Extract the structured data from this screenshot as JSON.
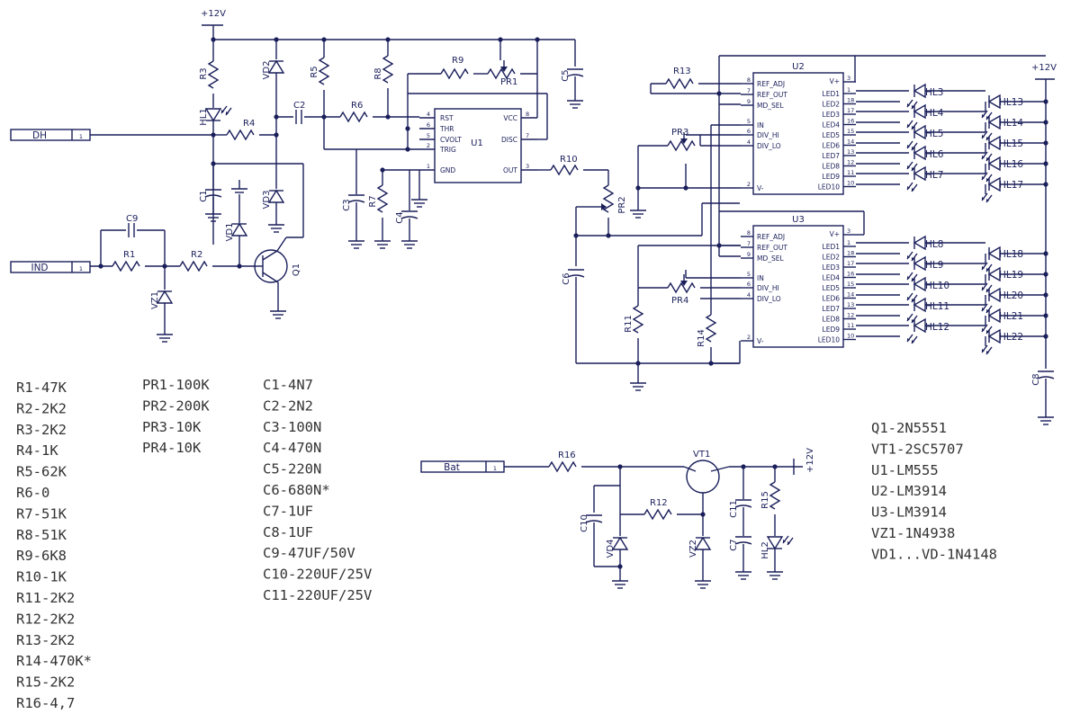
{
  "power": {
    "vcc_label": "+12V"
  },
  "ports": {
    "dh": "DH",
    "ind": "IND",
    "bat": "Bat",
    "pin": "1"
  },
  "refs": {
    "R1": "R1",
    "R2": "R2",
    "R3": "R3",
    "R4": "R4",
    "R5": "R5",
    "R6": "R6",
    "R7": "R7",
    "R8": "R8",
    "R9": "R9",
    "R10": "R10",
    "R11": "R11",
    "R12": "R12",
    "R13": "R13",
    "R14": "R14",
    "R15": "R15",
    "R16": "R16",
    "PR1": "PR1",
    "PR2": "PR2",
    "PR3": "PR3",
    "PR4": "PR4",
    "C1": "C1",
    "C2": "C2",
    "C3": "C3",
    "C4": "C4",
    "C5": "C5",
    "C6": "C6",
    "C7": "C7",
    "C8": "C8",
    "C9": "C9",
    "C10": "C10",
    "C11": "C11",
    "VD1": "VD1",
    "VD2": "VD2",
    "VD3": "VD3",
    "VD4": "VD4",
    "VZ1": "VZ1",
    "VZ2": "VZ2",
    "Q1": "Q1",
    "VT1": "VT1",
    "U1": "U1",
    "U2": "U2",
    "U3": "U3",
    "HL1": "HL1",
    "HL2": "HL2"
  },
  "leds_u2": [
    "HL3",
    "HL4",
    "HL5",
    "HL6",
    "HL7"
  ],
  "leds_u3": [
    "HL8",
    "HL9",
    "HL10",
    "HL11",
    "HL12"
  ],
  "leds_right_top": [
    "HL13",
    "HL14",
    "HL15",
    "HL16",
    "HL17"
  ],
  "leds_right_bot": [
    "HL18",
    "HL19",
    "HL20",
    "HL21",
    "HL22"
  ],
  "u1": {
    "left_pins": [
      {
        "n": "4",
        "name": "RST"
      },
      {
        "n": "6",
        "name": "THR"
      },
      {
        "n": "5",
        "name": "CVOLT"
      },
      {
        "n": "2",
        "name": "TRIG"
      },
      {
        "n": "1",
        "name": "GND"
      }
    ],
    "right_pins": [
      {
        "n": "8",
        "name": "VCC"
      },
      {
        "n": "7",
        "name": "DISC"
      },
      {
        "n": "3",
        "name": "OUT"
      }
    ]
  },
  "lm3914": {
    "left_pins": [
      {
        "n": "8",
        "name": "REF_ADJ"
      },
      {
        "n": "7",
        "name": "REF_OUT"
      },
      {
        "n": "9",
        "name": "MD_SEL"
      },
      {
        "n": "5",
        "name": "IN"
      },
      {
        "n": "6",
        "name": "DIV_HI"
      },
      {
        "n": "4",
        "name": "DIV_LO"
      },
      {
        "n": "2",
        "name": "V-"
      }
    ],
    "vplus": {
      "n": "3",
      "name": "V+"
    },
    "outputs": [
      {
        "n": "1",
        "name": "LED1"
      },
      {
        "n": "18",
        "name": "LED2"
      },
      {
        "n": "17",
        "name": "LED3"
      },
      {
        "n": "16",
        "name": "LED4"
      },
      {
        "n": "15",
        "name": "LED5"
      },
      {
        "n": "14",
        "name": "LED6"
      },
      {
        "n": "13",
        "name": "LED7"
      },
      {
        "n": "12",
        "name": "LED8"
      },
      {
        "n": "11",
        "name": "LED9"
      },
      {
        "n": "10",
        "name": "LED10"
      }
    ]
  },
  "bom": {
    "resistors": [
      "R1-47K",
      "R2-2K2",
      "R3-2K2",
      "R4-1K",
      "R5-62K",
      "R6-0",
      "R7-51K",
      "R8-51K",
      "R9-6K8",
      "R10-1K",
      "R11-2K2",
      "R12-2K2",
      "R13-2K2",
      "R14-470K*",
      "R15-2K2",
      "R16-4,7"
    ],
    "pots": [
      "PR1-100K",
      "PR2-200K",
      "PR3-10K",
      "PR4-10K"
    ],
    "caps": [
      "C1-4N7",
      "C2-2N2",
      "C3-100N",
      "C4-470N",
      "C5-220N",
      "C6-680N*",
      "C7-1UF",
      "C8-1UF",
      "C9-47UF/50V",
      "C10-220UF/25V",
      "C11-220UF/25V"
    ],
    "semis": [
      "Q1-2N5551",
      "VT1-2SC5707",
      "U1-LM555",
      "U2-LM3914",
      "U3-LM3914",
      "VZ1-1N4938",
      "VD1...VD-1N4148"
    ]
  }
}
